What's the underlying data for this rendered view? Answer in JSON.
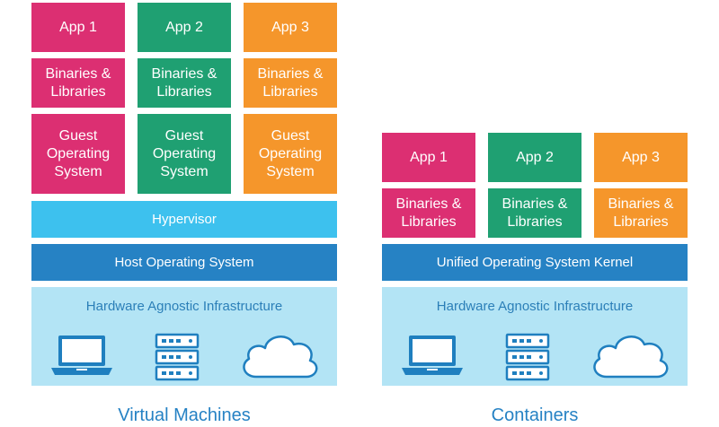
{
  "vm": {
    "caption": "Virtual Machines",
    "apps": [
      "App 1",
      "App 2",
      "App 3"
    ],
    "bins": [
      "Binaries &\nLibraries",
      "Binaries &\nLibraries",
      "Binaries &\nLibraries"
    ],
    "guests": [
      "Guest\nOperating\nSystem",
      "Guest\nOperating\nSystem",
      "Guest\nOperating\nSystem"
    ],
    "hypervisor": "Hypervisor",
    "host_os": "Host Operating System",
    "hardware": "Hardware Agnostic Infrastructure"
  },
  "containers": {
    "caption": "Containers",
    "apps": [
      "App 1",
      "App 2",
      "App 3"
    ],
    "bins": [
      "Binaries &\nLibraries",
      "Binaries &\nLibraries",
      "Binaries &\nLibraries"
    ],
    "kernel": "Unified Operating System Kernel",
    "hardware": "Hardware Agnostic Infrastructure"
  },
  "colors": {
    "app1": "#dc2f72",
    "app2": "#1fa072",
    "app3": "#f5962b",
    "hypervisor": "#3dc1ee",
    "os": "#2682c4",
    "hardware": "#b3e4f5",
    "caption": "#2682c4"
  },
  "icons": [
    "laptop-icon",
    "server-rack-icon",
    "cloud-icon"
  ]
}
